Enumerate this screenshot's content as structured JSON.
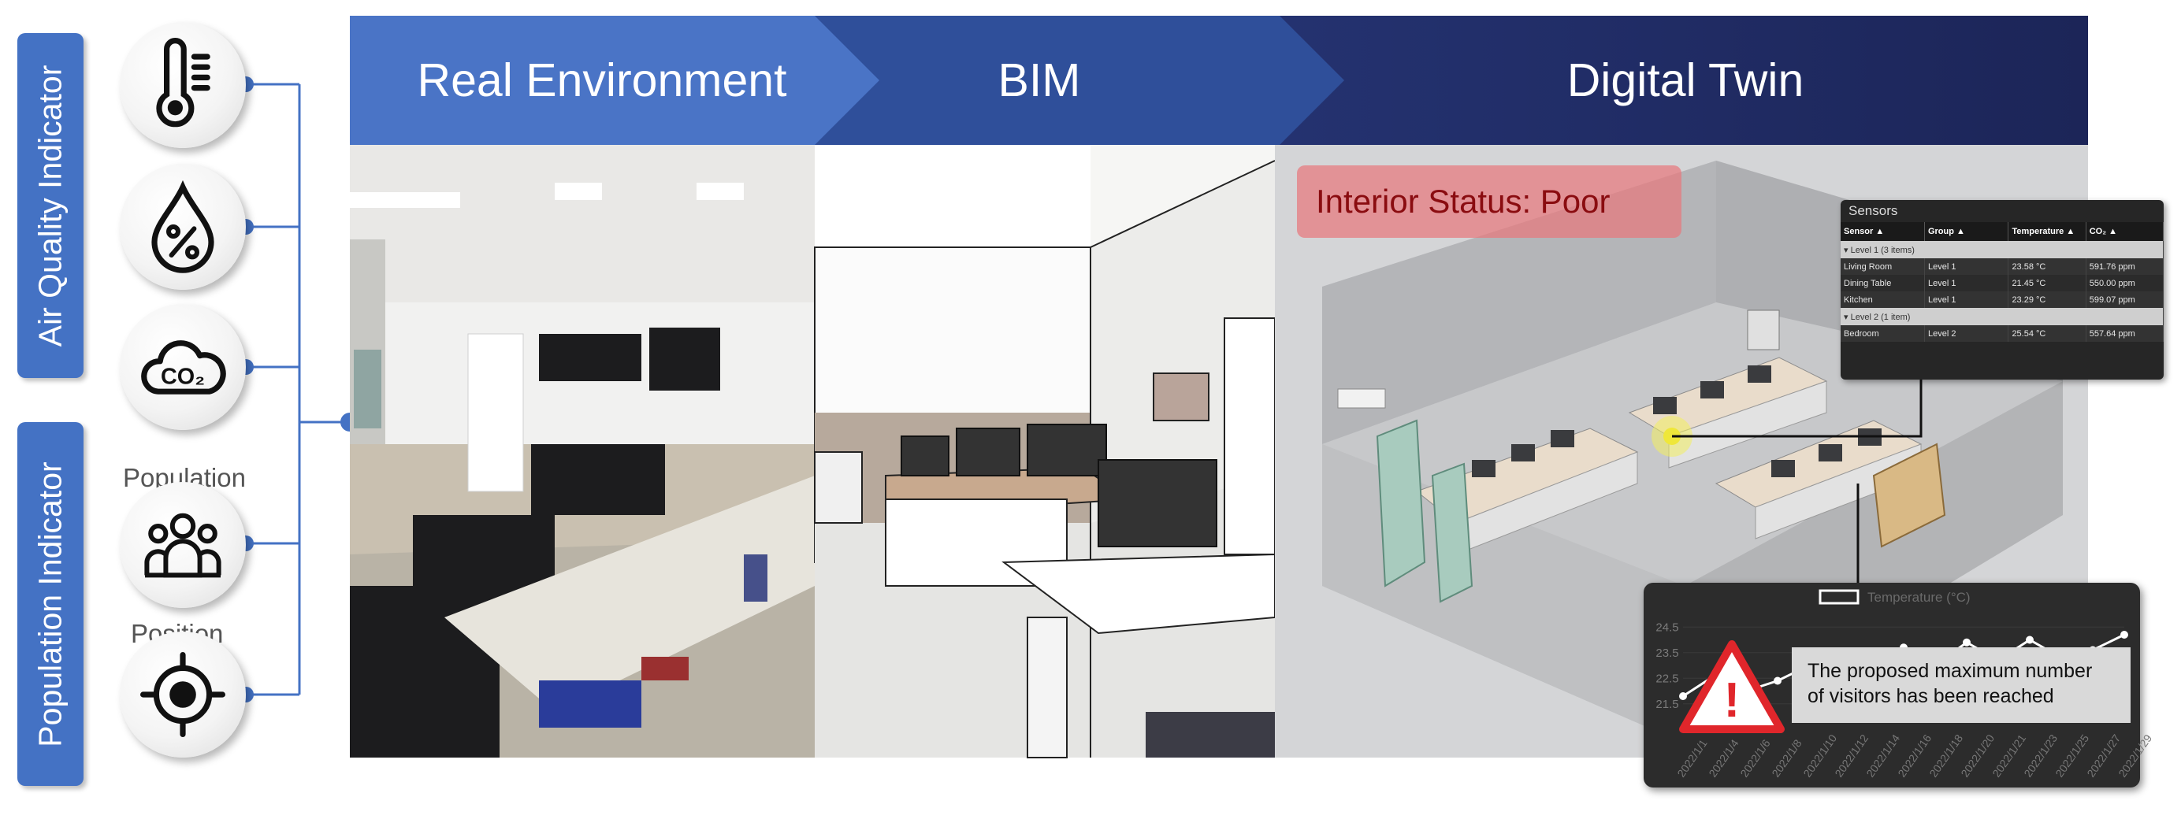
{
  "indicators": {
    "air_quality_label": "Air Quality Indicator",
    "population_label": "Population Indicator",
    "population_caption": "Population",
    "position_caption": "Position",
    "icons": [
      "thermometer-icon",
      "humidity-drop-icon",
      "co2-cloud-icon",
      "people-group-icon",
      "position-target-icon"
    ],
    "co2_icon_text": "CO₂"
  },
  "banner": {
    "real": "Real Environment",
    "bim": "BIM",
    "twin": "Digital Twin",
    "colors": [
      "#4472c4",
      "#2f4f9a",
      "#1f2a5f"
    ]
  },
  "status": {
    "text": "Interior Status: Poor",
    "color": "#8a0c10"
  },
  "sensors": {
    "title": "Sensors",
    "columns": [
      "Sensor",
      "Group",
      "Temperature",
      "CO₂"
    ],
    "groups": [
      {
        "label": "Level 1",
        "count": "(3 items)",
        "rows": [
          [
            "Living Room",
            "Level 1",
            "23.58 °C",
            "591.76 ppm"
          ],
          [
            "Dining Table",
            "Level 1",
            "21.45 °C",
            "550.00 ppm"
          ],
          [
            "Kitchen",
            "Level 1",
            "23.29 °C",
            "599.07 ppm"
          ]
        ]
      },
      {
        "label": "Level 2",
        "count": "(1 item)",
        "rows": [
          [
            "Bedroom",
            "Level 2",
            "25.54 °C",
            "557.64 ppm"
          ]
        ]
      }
    ]
  },
  "chart_data": {
    "type": "line",
    "title": "",
    "legend": "Temperature (°C)",
    "ylabel": "",
    "yticks": [
      "24.5",
      "23.5",
      "22.5",
      "21.5"
    ],
    "ylim": [
      21,
      25
    ],
    "x": [
      "2022/1/1",
      "2022/1/4",
      "2022/1/6",
      "2022/1/8",
      "2022/1/10",
      "2022/1/12",
      "2022/1/14",
      "2022/1/16",
      "2022/1/18",
      "2022/1/20",
      "2022/1/21",
      "2022/1/23",
      "2022/1/25",
      "2022/1/27",
      "2022/1/29"
    ],
    "series": [
      {
        "name": "Temperature (°C)",
        "values": [
          21.8,
          22.6,
          22.0,
          22.4,
          23.0,
          22.6,
          23.4,
          23.7,
          23.0,
          23.9,
          23.2,
          24.0,
          23.3,
          23.6,
          24.2
        ]
      }
    ]
  },
  "alert": {
    "line1": "The proposed maximum number",
    "line2": "of visitors has been reached",
    "symbol": "!"
  }
}
